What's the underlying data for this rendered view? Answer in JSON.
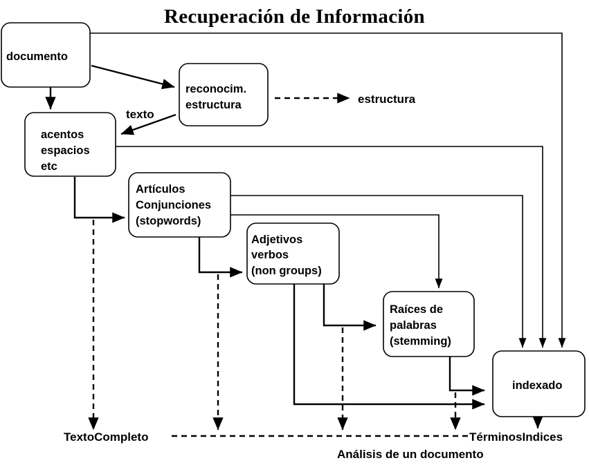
{
  "title": "Recuperación de Información",
  "colors": {
    "ink": "#000000",
    "background": "#ffffff"
  },
  "nodes": [
    {
      "id": "documento",
      "lines": [
        "documento"
      ]
    },
    {
      "id": "reconocim",
      "lines": [
        "reconocim.",
        "estructura"
      ]
    },
    {
      "id": "acentos",
      "lines": [
        "acentos",
        "espacios",
        "etc"
      ]
    },
    {
      "id": "articulos",
      "lines": [
        "Artículos",
        "Conjunciones",
        "(stopwords)"
      ]
    },
    {
      "id": "adjetivos",
      "lines": [
        "Adjetivos",
        "verbos",
        "(non groups)"
      ]
    },
    {
      "id": "raices",
      "lines": [
        "Raíces de",
        "palabras",
        "(stemming)"
      ]
    },
    {
      "id": "indexado",
      "lines": [
        "indexado"
      ]
    }
  ],
  "labels": {
    "texto": "texto",
    "estructura": "estructura",
    "texto_completo": "TextoCompleto",
    "terminos_indices": "TérminosIndices",
    "caption": "Análisis de un documento"
  }
}
